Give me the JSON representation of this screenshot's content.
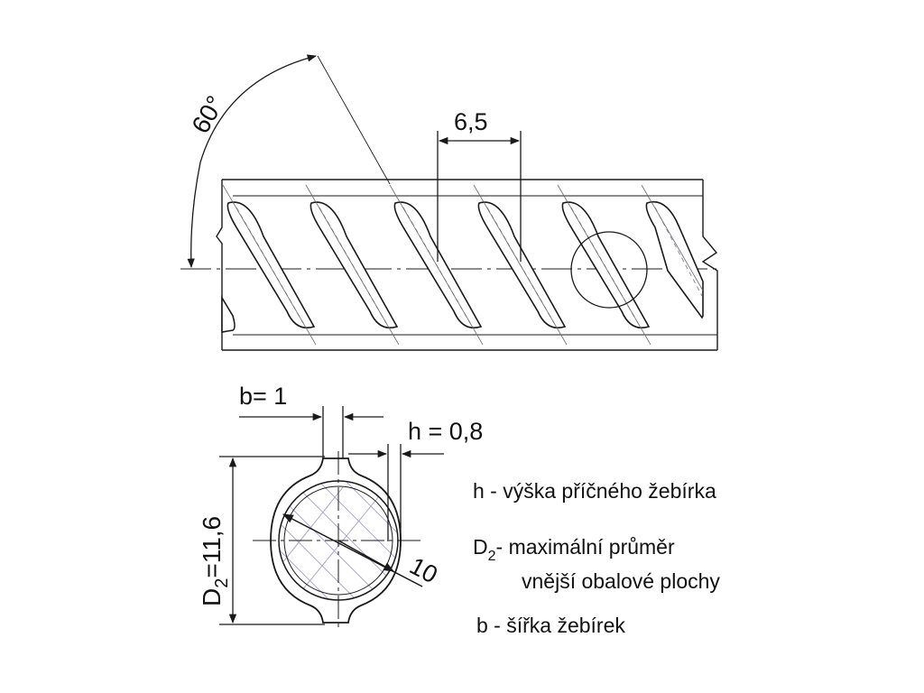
{
  "drawing": {
    "angle_label": "60°",
    "pitch_label": "6,5",
    "rib_width_label": "b= 1",
    "rib_height_label": "h = 0,8",
    "outer_diameter_label": {
      "main": "D",
      "sub": "2",
      "rest": "=11,6"
    },
    "core_diameter_label": "10"
  },
  "legend": {
    "h": "h - výška příčného žebírka",
    "d2_line1": {
      "main": "D",
      "sub": "2",
      "rest": "- maximální průměr"
    },
    "d2_line2": "vnější obalové plochy",
    "b": "b - šířka žebírek"
  },
  "colors": {
    "line": "#1a1a1a",
    "hatch": "#9a9ab8"
  }
}
